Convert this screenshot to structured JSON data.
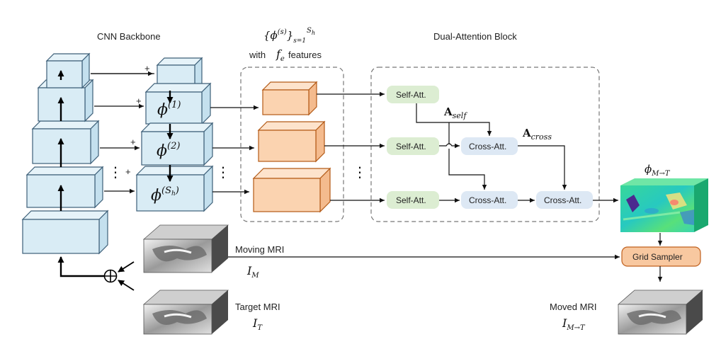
{
  "labels": {
    "cnn_backbone": "CNN Backbone",
    "features_title": "{ϕ(s)}s=1Sh",
    "features_title_main": "{ϕ",
    "features_title_sup": "(s)",
    "features_title_close": "}",
    "features_title_sub": "s=1",
    "features_title_sup2": "S",
    "features_title_sup2_sub": "h",
    "with_features_prefix": "with ",
    "with_features_var": "f",
    "with_features_var_sub": "e",
    "with_features_suffix": " features",
    "dual_attention": "Dual-Attention Block",
    "phi_base": "ϕ",
    "phi1_sup": "(1)",
    "phi2_sup": "(2)",
    "phiS_sup_open": "(S",
    "phiS_sup_sub": "h",
    "phiS_sup_close": ")",
    "self_att": "Self-Att.",
    "cross_att": "Cross-Att.",
    "a_self_base": "A",
    "a_self_sub": "self",
    "a_cross_base": "A",
    "a_cross_sub": "cross",
    "phi_mt_base": "ϕ",
    "phi_mt_sub": "M→T",
    "grid_sampler": "Grid Sampler",
    "moving_mri": "Moving MRI",
    "im_base": "I",
    "im_sub": "M",
    "target_mri": "Target MRI",
    "it_base": "I",
    "it_sub": "T",
    "moved_mri": "Moved MRI",
    "imt_base": "I",
    "imt_sub": "M→T",
    "plus": "+",
    "oplus": "⊕"
  },
  "colors": {
    "cnn_face": "#d9ecf5",
    "cnn_side": "#c4e0ee",
    "cnn_stroke": "#3d5f78",
    "feat_face": "#fbd3b0",
    "feat_side": "#f4bb8e",
    "feat_stroke": "#b35a16",
    "self_att": "#dcedd2",
    "cross_att": "#dde8f4",
    "grid_sampler_fill": "#f8c8a0",
    "grid_sampler_stroke": "#c0601e",
    "dashed_box": "#777777"
  }
}
